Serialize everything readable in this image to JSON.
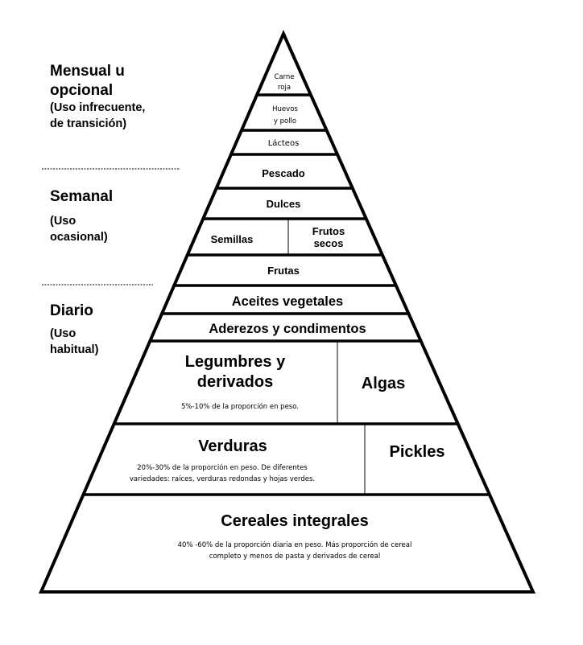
{
  "frequency_labels": {
    "mensual": {
      "title1": "Mensual u",
      "title2": "opcional",
      "sub1": "(Uso infrecuente,",
      "sub2": "de transición)"
    },
    "semanal": {
      "title": "Semanal",
      "sub1": "(Uso",
      "sub2": "ocasional)"
    },
    "diario": {
      "title": "Diario",
      "sub1": "(Uso",
      "sub2": "habitual)"
    }
  },
  "pyramid": {
    "carne": [
      "Carne",
      "roja"
    ],
    "huevos": [
      "Huevos",
      "y pollo"
    ],
    "lacteos": "Lácteos",
    "pescado": "Pescado",
    "dulces": "Dulces",
    "semillas": "Semillas",
    "frutos_secos": [
      "Frutos",
      "secos"
    ],
    "frutas": "Frutas",
    "aceites": "Aceites vegetales",
    "aderezos": "Aderezos y condimentos",
    "legumbres": {
      "title": [
        "Legumbres y",
        "derivados"
      ],
      "desc": "5%-10% de la proporción en peso."
    },
    "algas": "Algas",
    "verduras": {
      "title": "Verduras",
      "desc": [
        "20%-30% de la proporción en peso. De diferentes",
        "variedades: raíces, verduras redondas y hojas verdes."
      ]
    },
    "pickles": "Pickles",
    "cereales": {
      "title": "Cereales integrales",
      "desc": [
        "40% -60% de la proporción diaria en peso. Más proporción de cereal",
        "completo y menos de pasta y derivados de cereal"
      ]
    }
  }
}
